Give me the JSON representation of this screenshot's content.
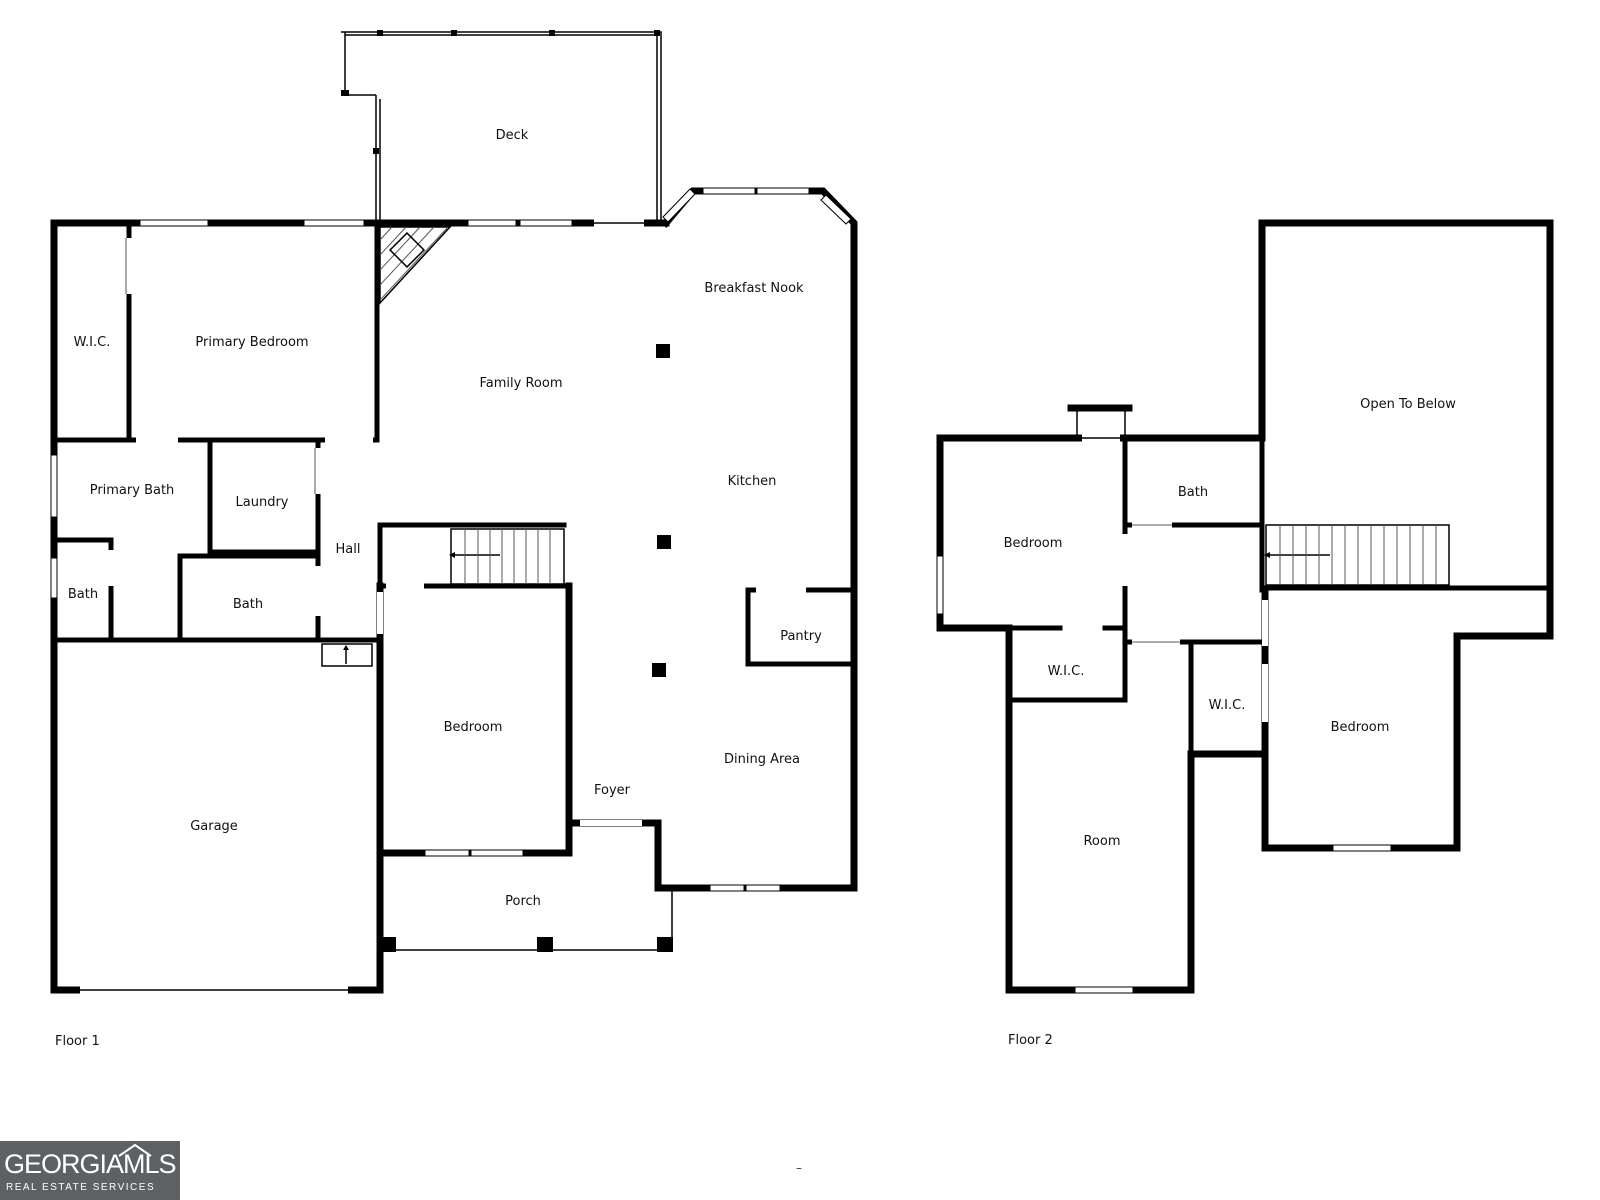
{
  "floor1": {
    "label": "Floor 1",
    "rooms": {
      "deck": "Deck",
      "breakfast_nook": "Breakfast Nook",
      "wic": "W.I.C.",
      "primary_bedroom": "Primary Bedroom",
      "family_room": "Family Room",
      "primary_bath": "Primary Bath",
      "laundry": "Laundry",
      "kitchen": "Kitchen",
      "hall": "Hall",
      "bath_small": "Bath",
      "bath": "Bath",
      "pantry": "Pantry",
      "bedroom": "Bedroom",
      "garage": "Garage",
      "dining_area": "Dining Area",
      "foyer": "Foyer",
      "porch": "Porch"
    }
  },
  "floor2": {
    "label": "Floor 2",
    "rooms": {
      "open_to_below": "Open To Below",
      "bath": "Bath",
      "bedroom_left": "Bedroom",
      "wic_left": "W.I.C.",
      "wic_right": "W.I.C.",
      "bedroom_right": "Bedroom",
      "room": "Room"
    }
  },
  "footer": {
    "logo_main": "GEORGIAMLS",
    "logo_sub": "REAL ESTATE SERVICES",
    "dash": "–"
  }
}
